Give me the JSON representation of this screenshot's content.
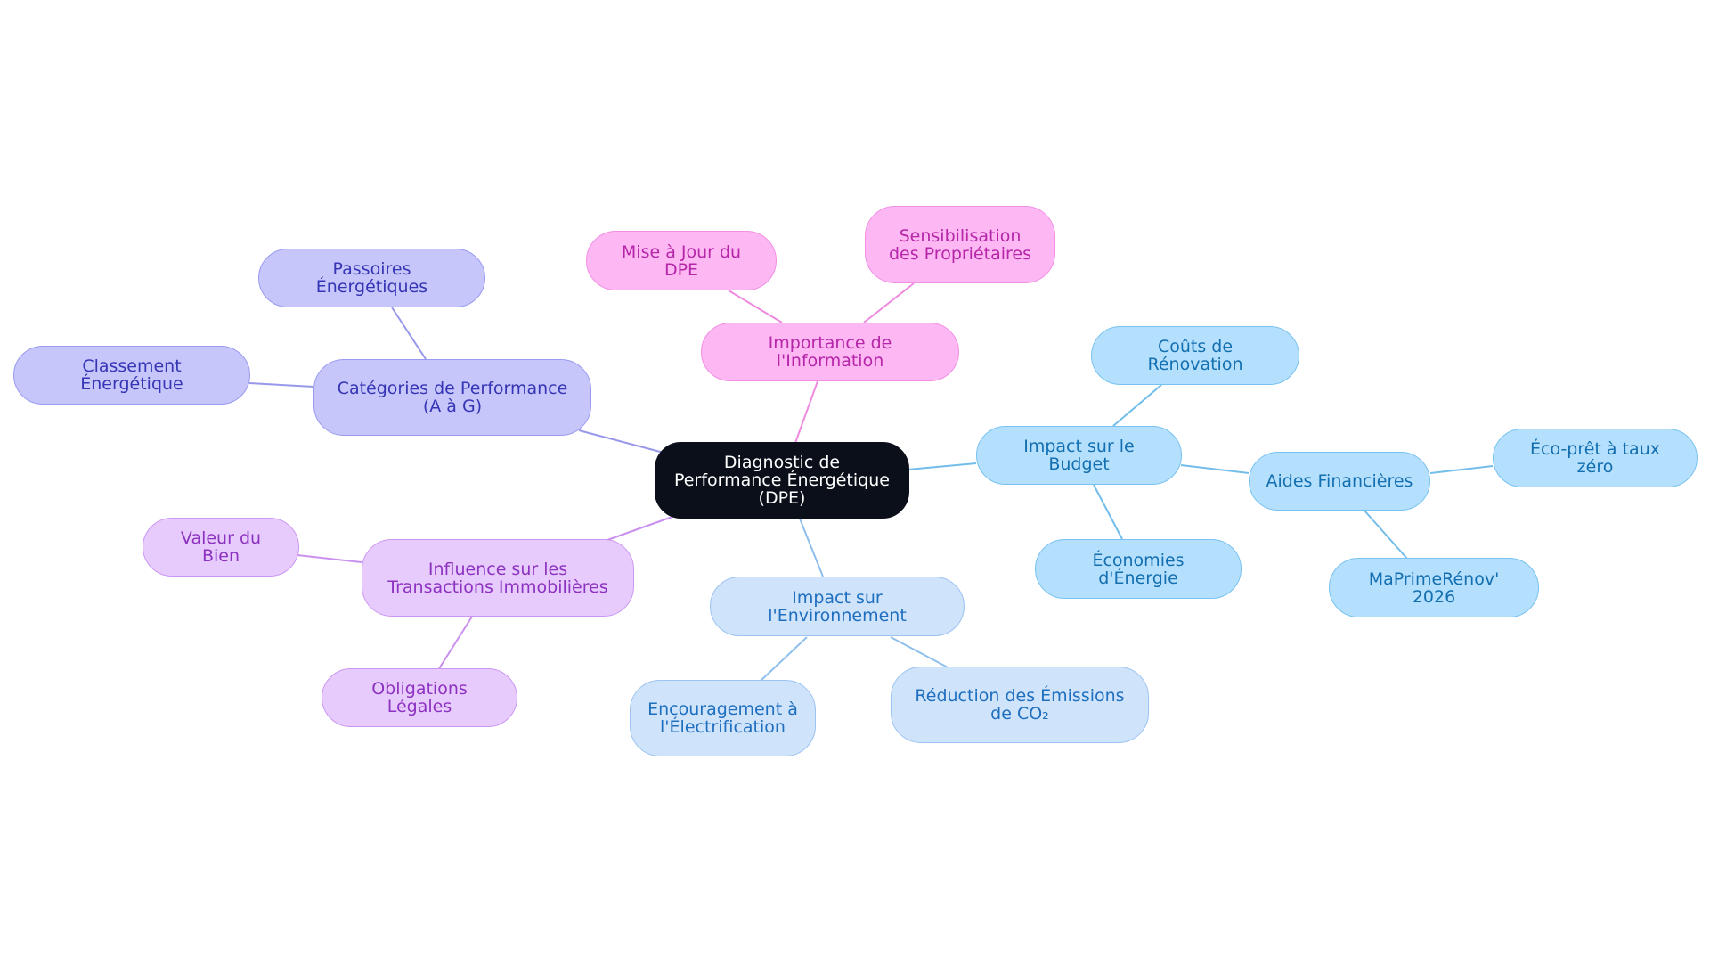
{
  "colors": {
    "indigo_edge": "#9898ea",
    "pink_edge": "#ee8be0",
    "violet_edge": "#c890ef",
    "lightblue_edge": "#8fbfec",
    "sky_edge": "#72bde9"
  },
  "nodes": {
    "root": "Diagnostic de Performance Énergétique (DPE)",
    "categories": "Catégories de Performance (A à G)",
    "passoires": "Passoires Énergétiques",
    "classement": "Classement Énergétique",
    "importance": "Importance de l'Information",
    "mise_a_jour": "Mise à Jour du DPE",
    "sensibilisation": "Sensibilisation des Propriétaires",
    "influence": "Influence sur les Transactions Immobilières",
    "valeur": "Valeur du Bien",
    "obligations": "Obligations Légales",
    "environnement": "Impact sur l'Environnement",
    "electrification": "Encouragement à l'Électrification",
    "reduction_co2": "Réduction des Émissions de CO₂",
    "budget": "Impact sur le Budget",
    "couts": "Coûts de Rénovation",
    "economies": "Économies d'Énergie",
    "aides": "Aides Financières",
    "eco_pret": "Éco-prêt à taux zéro",
    "maprimerenov": "MaPrimeRénov' 2026"
  }
}
